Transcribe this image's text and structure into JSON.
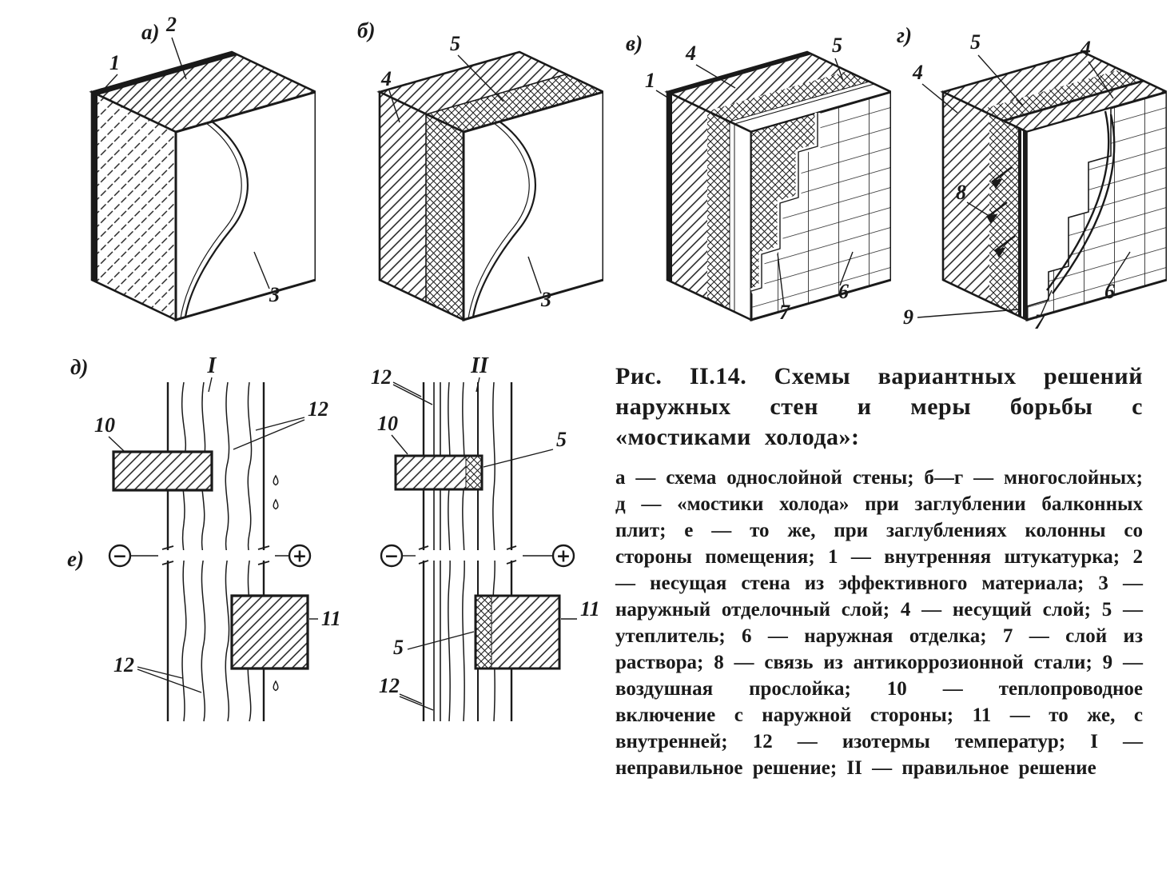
{
  "figure": {
    "panel_letters": {
      "a": "а)",
      "b": "б)",
      "v": "в)",
      "g": "г)",
      "d": "д)",
      "e": "е)"
    },
    "labels": {
      "n1": "1",
      "n2": "2",
      "n3": "3",
      "n4": "4",
      "n5": "5",
      "n6": "6",
      "n7": "7",
      "n8": "8",
      "n9": "9",
      "n10": "10",
      "n11": "11",
      "n12": "12",
      "rom1": "I",
      "rom2": "II",
      "plus": "+",
      "minus": "−"
    },
    "caption": {
      "title": "Рис. II.14. Схемы вариантных решений наружных стен и меры борьбы с «мостиками холода»:",
      "body": "а — схема однослойной стены; б—г — многослойных; д — «мостики холода» при заглублении балконных плит; е — то же, при заглублениях колонны со стороны помещения; 1 — внутренняя штукатурка; 2 — несущая стена из эффективного материала; 3 — наружный отделочный слой; 4 — несущий слой; 5 — утеплитель; 6 — наружная отделка; 7 — слой из раствора; 8 — связь из антикоррозионной стали; 9 — воздушная прослойка; 10 — теплопроводное включение с наружной стороны; 11 — то же, с внутренней; 12 — изотермы температур; I — неправильное решение; II — правильное решение"
    },
    "colors": {
      "ink": "#1a1a1a",
      "paper": "#ffffff"
    }
  }
}
